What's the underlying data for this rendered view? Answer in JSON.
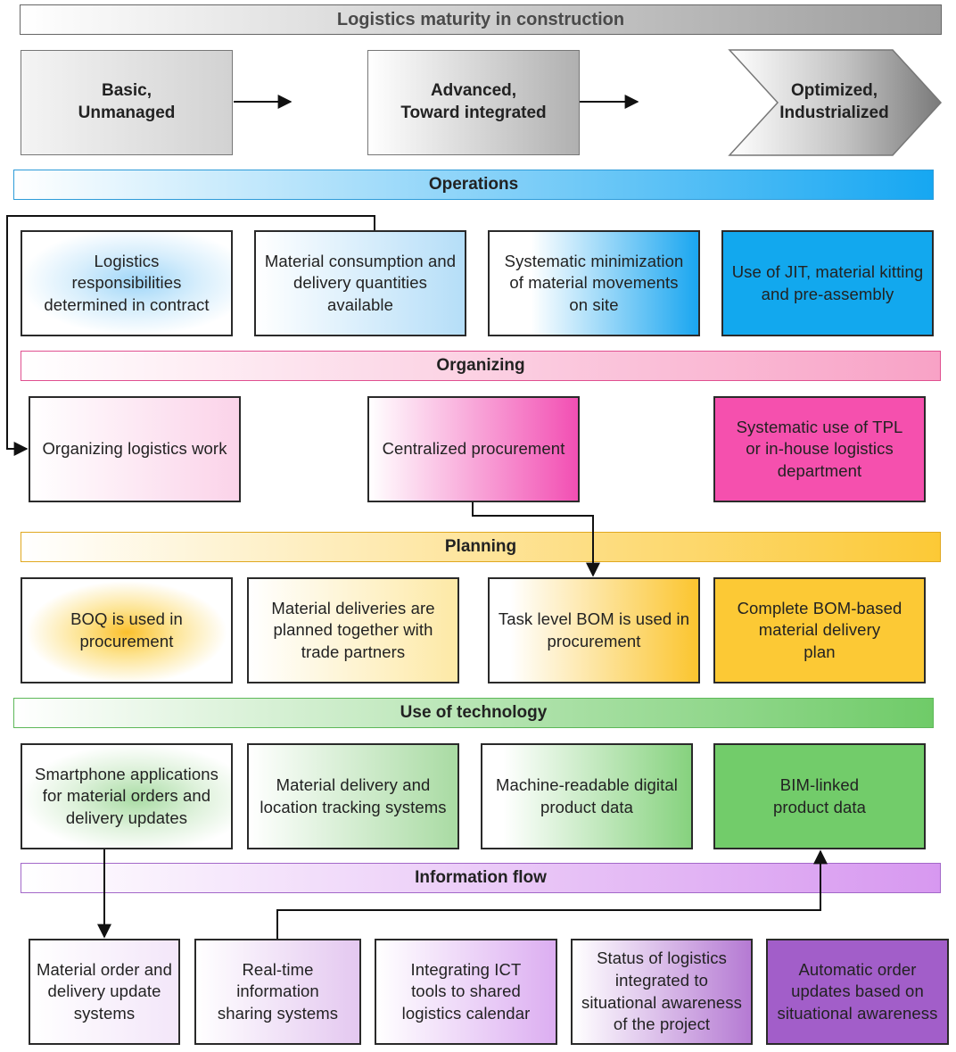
{
  "title": "Logistics maturity in construction",
  "stages": [
    "Basic,\nUnmanaged",
    "Advanced,\nToward integrated",
    "Optimized,\nIndustrialized"
  ],
  "sections": {
    "operations": {
      "label": "Operations",
      "items": [
        "Logistics\nresponsibilities\ndetermined in contract",
        "Material consumption and\ndelivery quantities\navailable",
        "Systematic minimization\nof material movements\non site",
        "Use of JIT, material kitting\nand pre-assembly"
      ]
    },
    "organizing": {
      "label": "Organizing",
      "items": [
        "Organizing logistics work",
        "Centralized procurement",
        "Systematic use of TPL\nor in-house logistics\ndepartment"
      ]
    },
    "planning": {
      "label": "Planning",
      "items": [
        "BOQ is used in\nprocurement",
        "Material deliveries are\nplanned together with\ntrade partners",
        "Task level BOM is used in\nprocurement",
        "Complete BOM-based\nmaterial delivery\nplan"
      ]
    },
    "technology": {
      "label": "Use of technology",
      "items": [
        "Smartphone applications\nfor material orders and\ndelivery updates",
        "Material delivery and\nlocation tracking systems",
        "Machine-readable digital\nproduct data",
        "BIM-linked\nproduct data"
      ]
    },
    "information": {
      "label": "Information flow",
      "items": [
        "Material order and\ndelivery update\nsystems",
        "Real-time\ninformation\nsharing systems",
        "Integrating ICT\ntools to shared\nlogistics calendar",
        "Status of logistics\nintegrated to\nsituational awareness\nof the project",
        "Automatic order\nupdates based on\nsituational awareness"
      ]
    }
  },
  "colors": {
    "operations": "#1aa6f0",
    "organizing": "#f24fb3",
    "planning": "#fbc830",
    "technology": "#72cc6a",
    "information": "#a560c8",
    "stage_gray": "#9a9a9a"
  }
}
